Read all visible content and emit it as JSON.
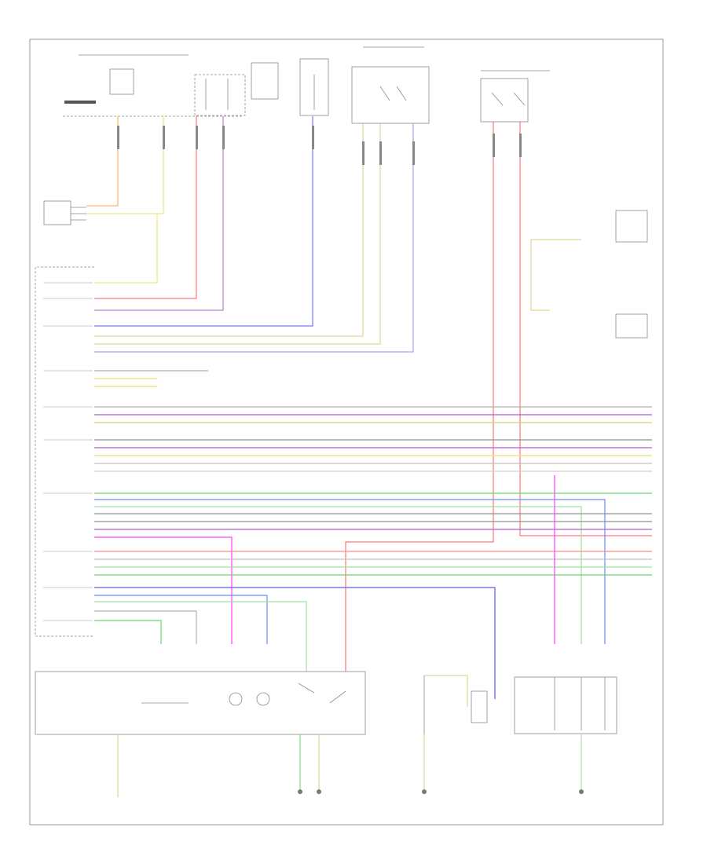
{
  "diagram": {
    "page_tag": "",
    "wire_colors": {
      "red": "#ff5a5a",
      "pink": "#ff8a8a",
      "orange": "#ffa040",
      "yellow": "#e8e070",
      "khaki": "#d8cc7a",
      "green": "#6ad86a",
      "light_green": "#9ee09e",
      "blue": "#5a5aff",
      "violet": "#b060c0",
      "magenta": "#ff40ff",
      "gray": "#b0b0b0",
      "black": "#707070"
    },
    "components": [
      {
        "id": "fuse-block-left",
        "label": ""
      },
      {
        "id": "fuse-block-right",
        "label": ""
      },
      {
        "id": "relay-module",
        "label": ""
      },
      {
        "id": "light-switch-connector",
        "label": ""
      },
      {
        "id": "instrument-module",
        "label": ""
      },
      {
        "id": "right-connector-module",
        "label": ""
      },
      {
        "id": "headlight-switch-assembly",
        "label": ""
      },
      {
        "id": "fog-light-switch",
        "label": ""
      },
      {
        "id": "brake-light-switch",
        "label": ""
      },
      {
        "id": "left-side-lamp-module",
        "label": ""
      },
      {
        "id": "ground-g1",
        "label": ""
      },
      {
        "id": "ground-g2",
        "label": ""
      },
      {
        "id": "ground-g3",
        "label": ""
      },
      {
        "id": "ground-g4",
        "label": ""
      }
    ]
  }
}
